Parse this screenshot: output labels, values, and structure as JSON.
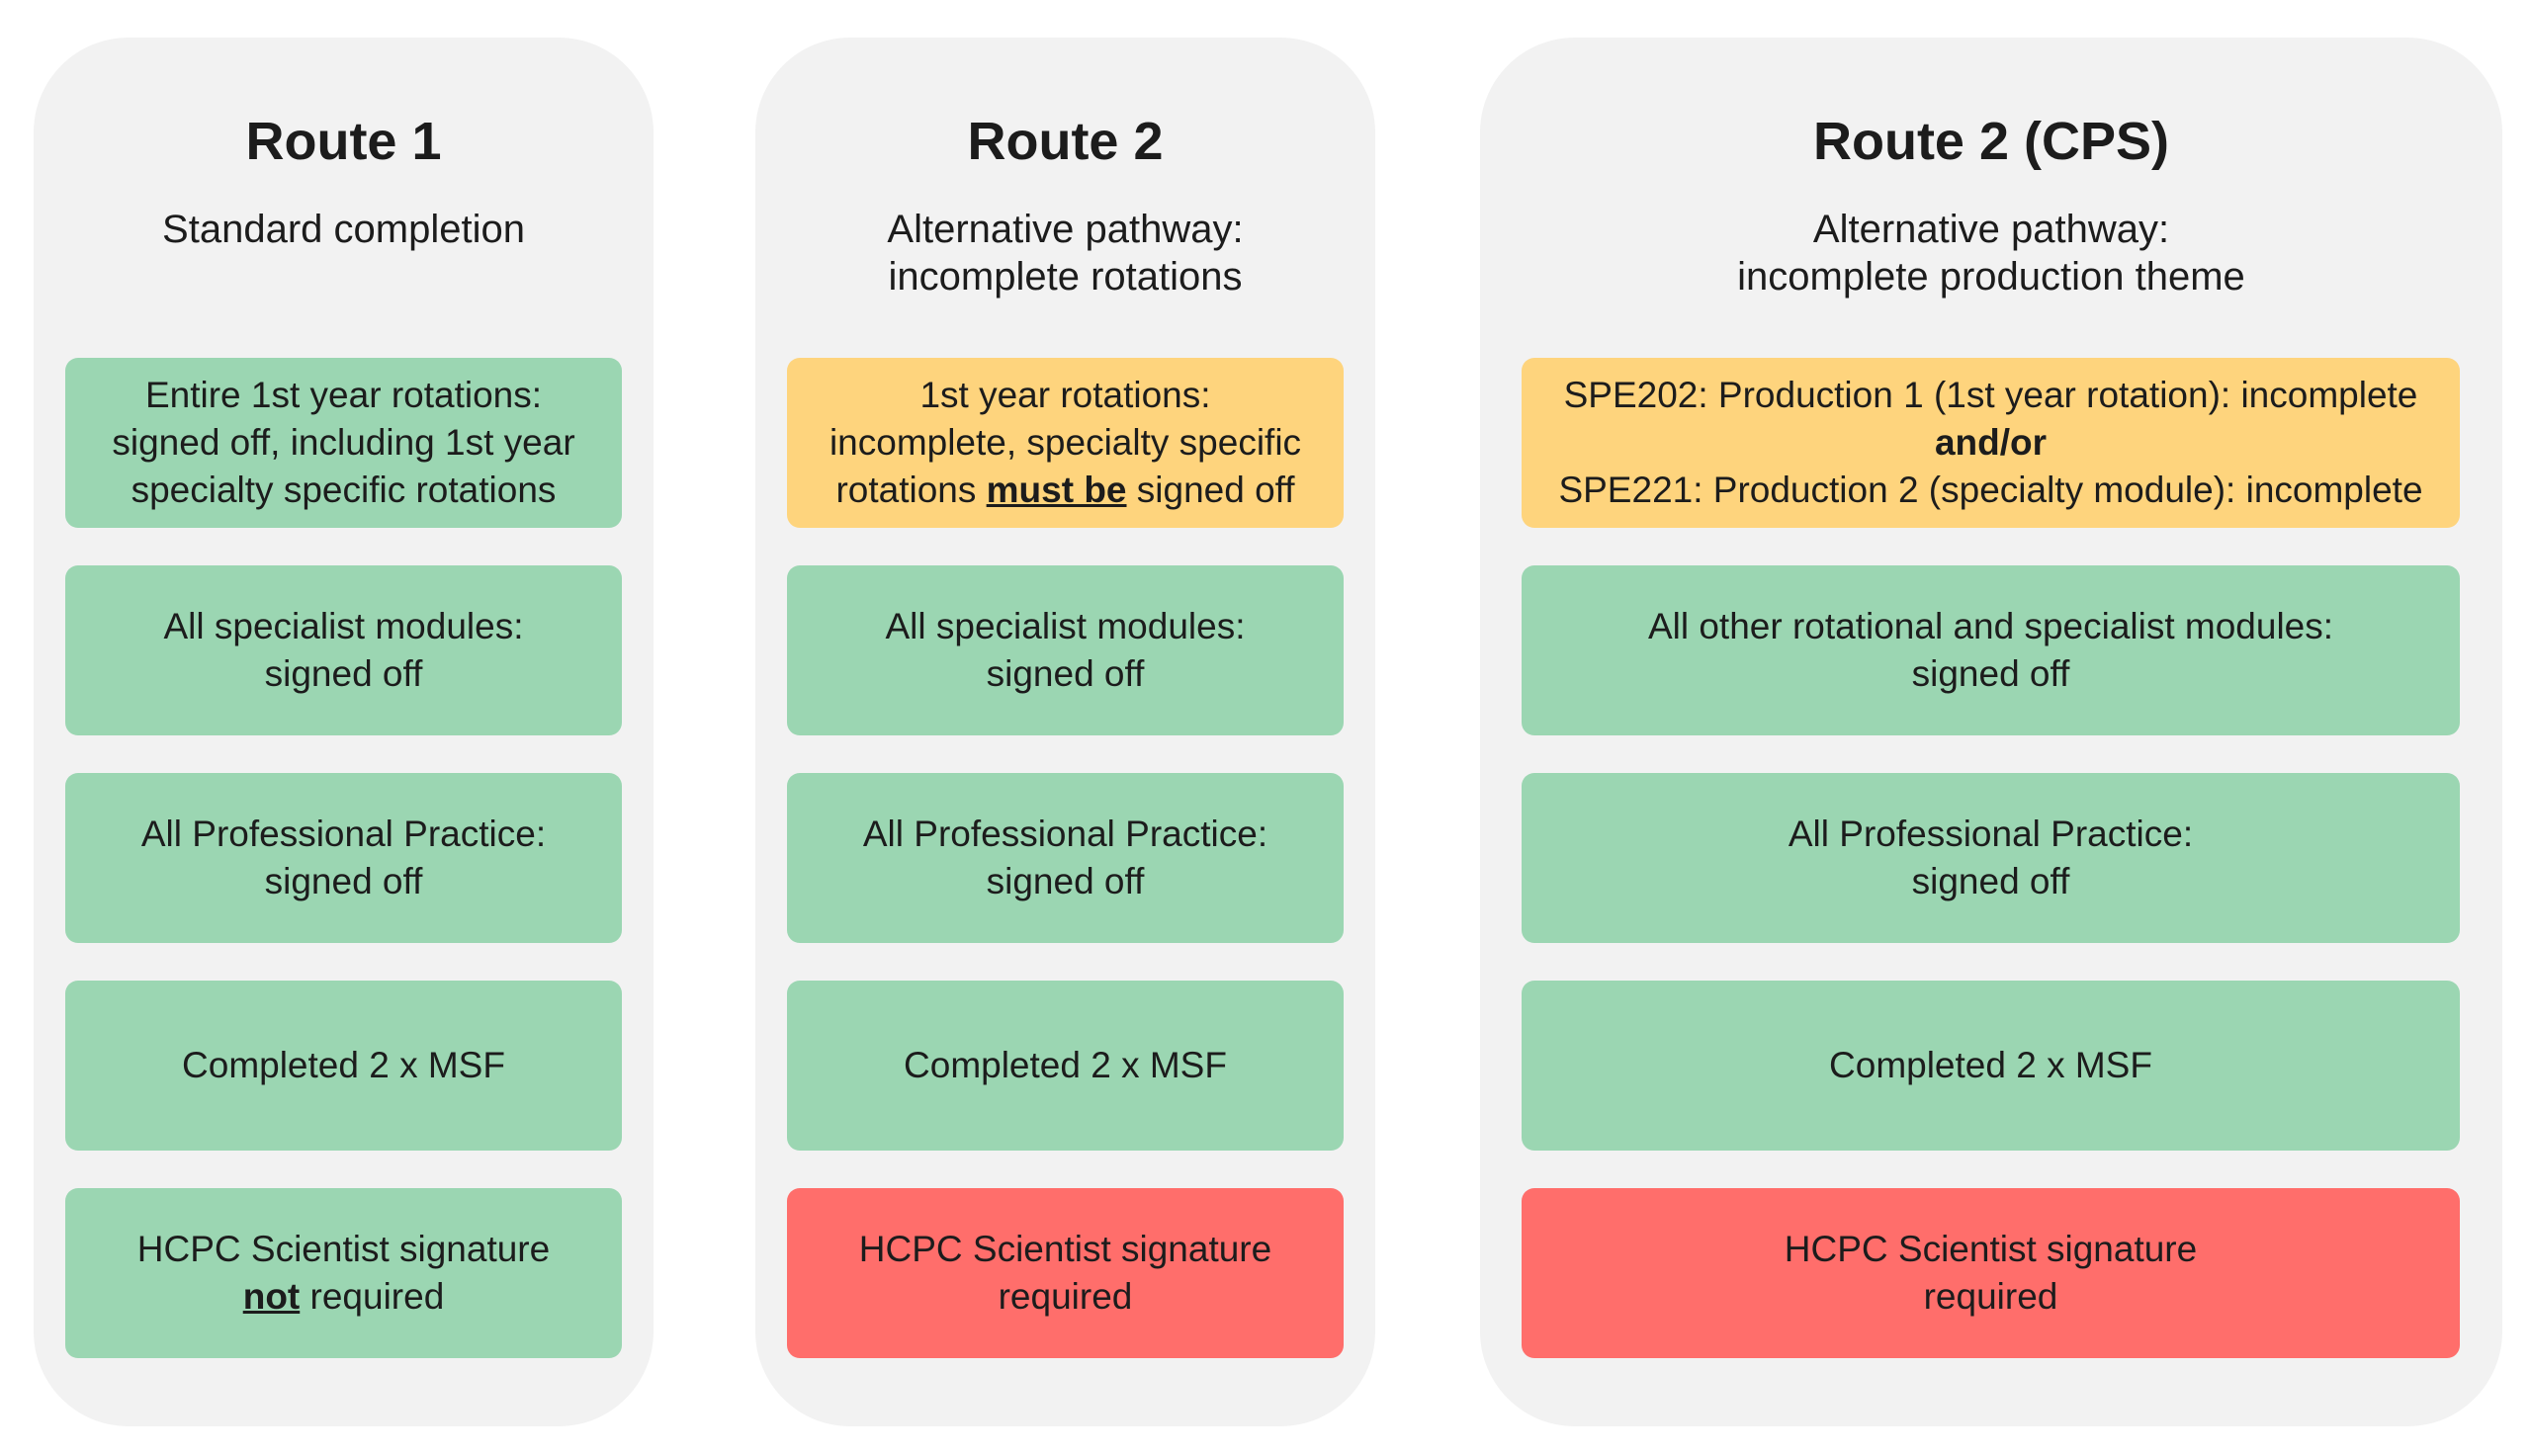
{
  "colors": {
    "panel": "#f2f2f2",
    "complete": "#9bd6b2",
    "incomplete": "#fed47d",
    "required": "#ff6e6b"
  },
  "route1": {
    "title": "Route 1",
    "subtitle": "Standard completion",
    "box1": {
      "line1": "Entire 1st year rotations:",
      "line2": "signed off, including 1st year",
      "line3": "specialty specific rotations"
    },
    "box2": {
      "line1": "All specialist modules:",
      "line2": "signed off"
    },
    "box3": {
      "line1": "All Professional Practice:",
      "line2": "signed off"
    },
    "box4": {
      "line1": "Completed 2 x MSF"
    },
    "box5": {
      "line1": "HCPC Scientist signature",
      "emph": "not",
      "rest": " required"
    }
  },
  "route2": {
    "title": "Route 2",
    "subtitle_line1": "Alternative pathway:",
    "subtitle_line2": "incomplete rotations",
    "box1": {
      "line1": "1st year rotations:",
      "line2": "incomplete, specialty specific",
      "pre": "rotations ",
      "emph": "must be",
      "post": " signed off"
    },
    "box2": {
      "line1": "All specialist modules:",
      "line2": "signed off"
    },
    "box3": {
      "line1": "All Professional Practice:",
      "line2": "signed off"
    },
    "box4": {
      "line1": "Completed 2 x MSF"
    },
    "box5": {
      "line1": "HCPC Scientist signature",
      "line2": "required"
    }
  },
  "route3": {
    "title": "Route 2 (CPS)",
    "subtitle_line1": "Alternative pathway:",
    "subtitle_line2": "incomplete production theme",
    "box1": {
      "line1": "SPE202: Production 1 (1st year rotation): incomplete",
      "line2": "and/or",
      "line3": "SPE221: Production 2 (specialty module): incomplete"
    },
    "box2": {
      "line1": "All other rotational and specialist modules:",
      "line2": "signed off"
    },
    "box3": {
      "line1": "All Professional Practice:",
      "line2": "signed off"
    },
    "box4": {
      "line1": "Completed 2 x MSF"
    },
    "box5": {
      "line1": "HCPC Scientist signature",
      "line2": "required"
    }
  }
}
